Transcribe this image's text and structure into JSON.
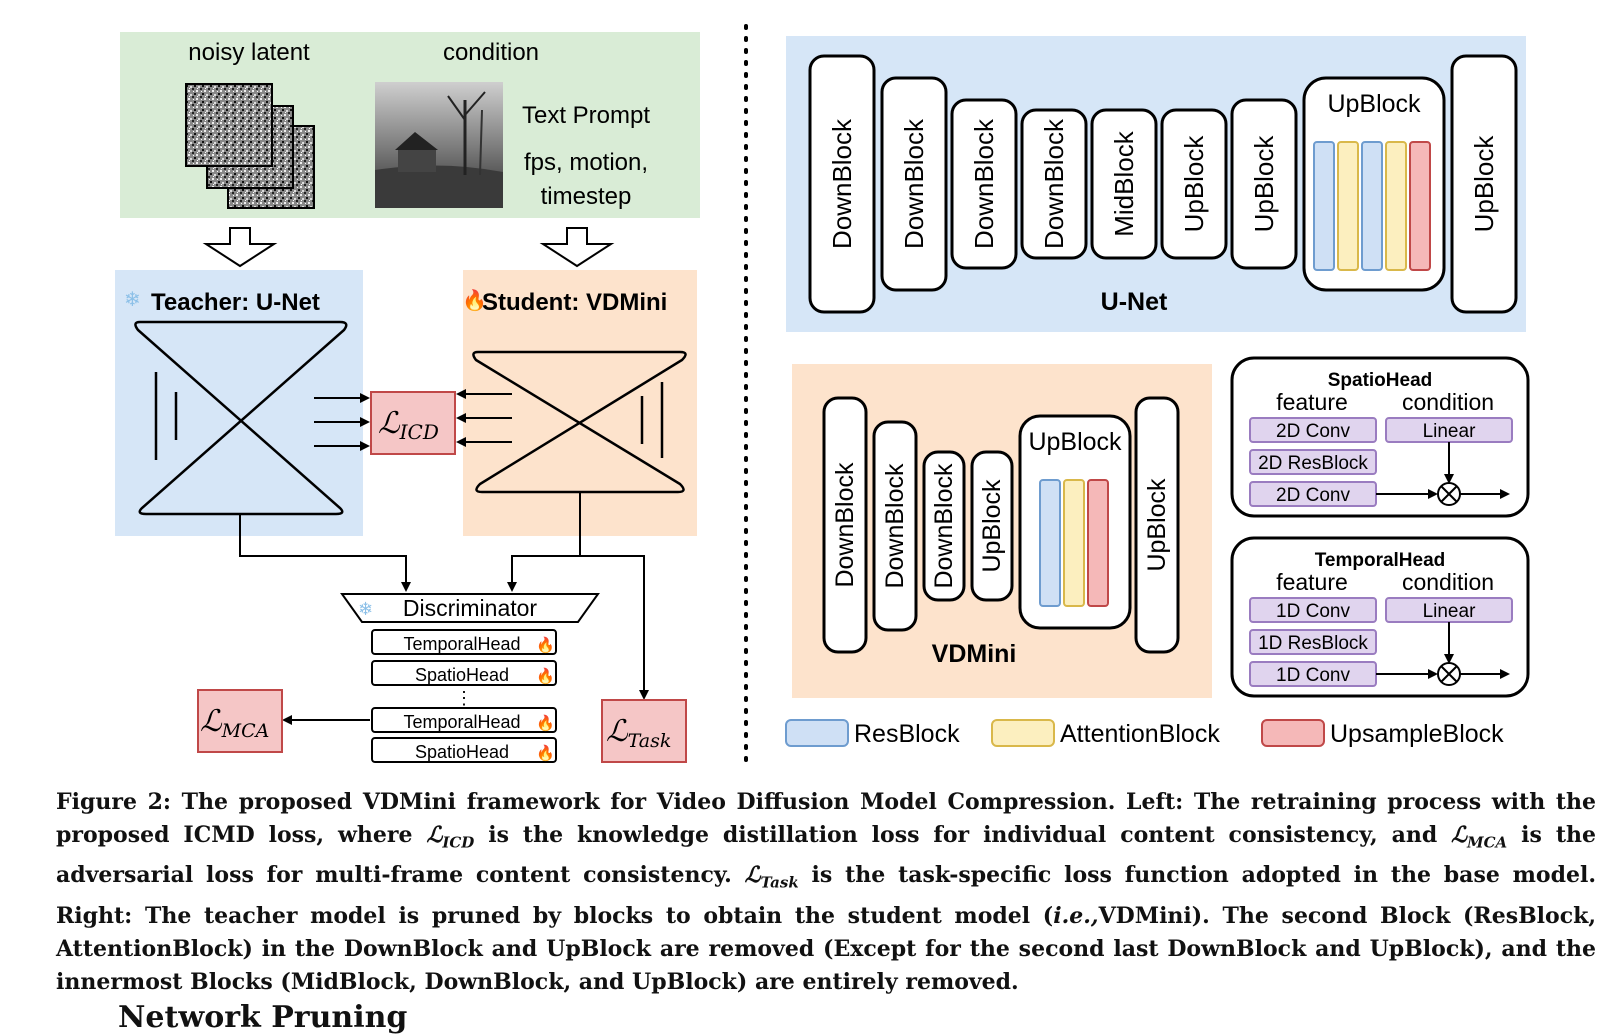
{
  "figure": {
    "inputs": {
      "noisy_latent": "noisy latent",
      "condition": "condition",
      "text_prompt": "Text Prompt",
      "fps_line1": "fps, motion,",
      "fps_line2": "timestep"
    },
    "teacher": {
      "title": "Teacher: U-Net"
    },
    "student": {
      "title": "Student: VDMini"
    },
    "losses": {
      "icd_main": "ℒ",
      "icd_sub": "ICD",
      "mca_main": "ℒ",
      "mca_sub": "MCA",
      "task_main": "ℒ",
      "task_sub": "Task"
    },
    "discriminator": {
      "title": "Discriminator",
      "heads": [
        "TemporalHead",
        "SpatioHead",
        "TemporalHead",
        "SpatioHead"
      ],
      "ellipsis": "⋮"
    },
    "unet": {
      "label": "U-Net",
      "blocks": [
        "DownBlock",
        "DownBlock",
        "DownBlock",
        "DownBlock",
        "MidBlock",
        "UpBlock",
        "UpBlock",
        "UpBlock",
        "UpBlock"
      ]
    },
    "vdmini": {
      "label": "VDMini",
      "blocks": [
        "DownBlock",
        "DownBlock",
        "DownBlock",
        "UpBlock",
        "UpBlock",
        "UpBlock"
      ]
    },
    "spatio_head": {
      "title": "SpatioHead",
      "feature": "feature",
      "condition": "condition",
      "rows": [
        "2D Conv",
        "2D ResBlock",
        "2D Conv"
      ],
      "linear": "Linear"
    },
    "temporal_head": {
      "title": "TemporalHead",
      "feature": "feature",
      "condition": "condition",
      "rows": [
        "1D Conv",
        "1D ResBlock",
        "1D Conv"
      ],
      "linear": "Linear"
    },
    "legend": [
      "ResBlock",
      "AttentionBlock",
      "UpsampleBlock"
    ],
    "colors": {
      "green_bg": "#d9ecd6",
      "blue_bg": "#d6e6f7",
      "orange_bg": "#fde3cc",
      "loss_bg": "#f5c6c6",
      "res": "#cfe0f5",
      "attn": "#fcefbf",
      "ups": "#f5b8b8",
      "head": "#e0d4ee"
    }
  },
  "caption": {
    "p1": "Figure 2: The proposed VDMini framework for Video Diffusion Model Compression. Left: The retraining process with the proposed ICMD loss, where ",
    "p2": " is the knowledge distillation loss for individual content consistency, and ",
    "p3": " is the adversarial loss for multi-frame content consistency. ",
    "p4": " is the task-specific loss function adopted in the base model. Right: The teacher model is pruned by blocks to obtain the student model (",
    "ie": "i.e.,",
    "p5": "VDMini). The second Block (ResBlock, AttentionBlock) in the DownBlock and UpBlock are removed (Except for the second last DownBlock and UpBlock), and the innermost Blocks (MidBlock, DownBlock, and UpBlock) are entirely removed.",
    "l_icd": "ℒ",
    "l_icd_sub": "ICD",
    "l_mca": "ℒ",
    "l_mca_sub": "MCA",
    "l_task": "ℒ",
    "l_task_sub": "Task"
  },
  "next_heading": "Network Pruning"
}
